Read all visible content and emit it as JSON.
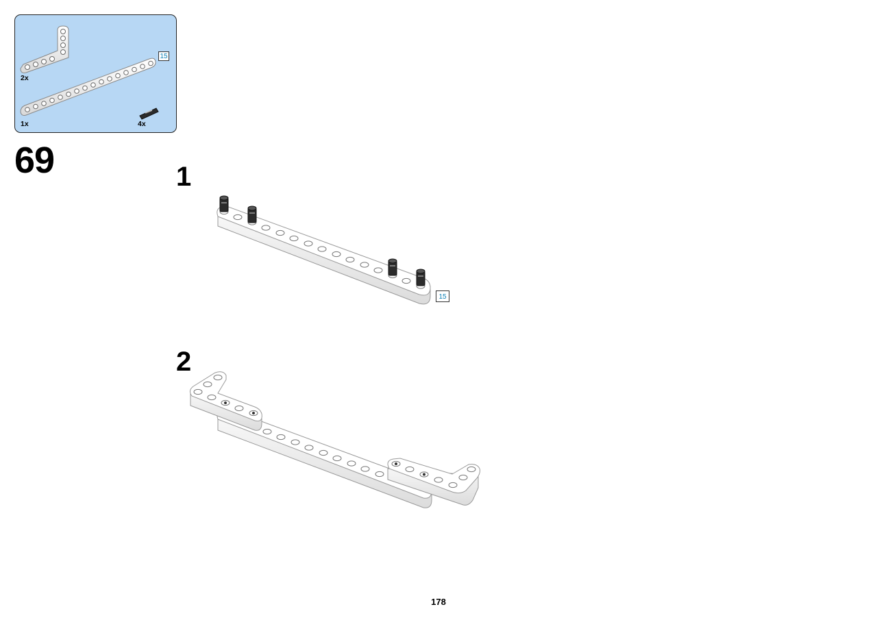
{
  "parts_list": {
    "items": [
      {
        "name": "L-shaped beam",
        "quantity": "2x"
      },
      {
        "name": "straight beam",
        "quantity": "1x",
        "length": "15"
      },
      {
        "name": "connector peg",
        "quantity": "4x"
      }
    ]
  },
  "step": {
    "number": "69",
    "substeps": [
      {
        "number": "1",
        "length_badge": "15"
      },
      {
        "number": "2"
      }
    ]
  },
  "page": {
    "number": "178"
  },
  "colors": {
    "parts_background": "#b7d7f4",
    "badge_text": "#0a7fb5",
    "beam": "#ffffff",
    "peg": "#2b2b2b"
  }
}
